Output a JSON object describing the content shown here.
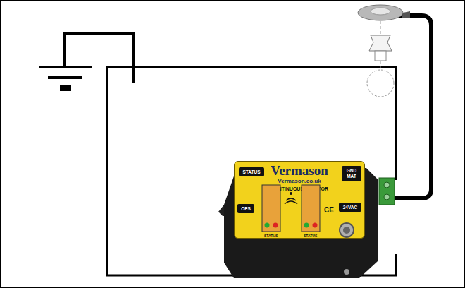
{
  "diagram": {
    "nodes": [
      {
        "text": [
          "Vermason",
          "Vermason.co.uk",
          "CONTINUOUS MONITOR"
        ]
      },
      {
        "text": [
          "STATUS"
        ],
        "in": 0
      },
      {
        "text": [
          "GND MAT"
        ],
        "in": 0
      },
      {
        "text": [
          "OPS"
        ],
        "in": 0
      },
      {
        "text": [
          "24VAC"
        ],
        "in": 0
      }
    ],
    "labels": [
      "STATUS",
      "STATUS",
      "CE"
    ]
  }
}
